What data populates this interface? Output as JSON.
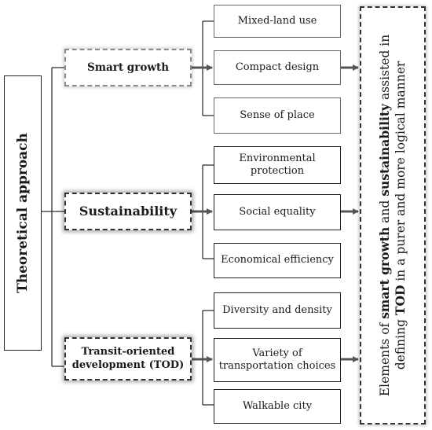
{
  "left": {
    "label": "Theoretical approach"
  },
  "groups": [
    {
      "label": "Smart growth",
      "items": [
        "Mixed-land use",
        "Compact design",
        "Sense of place"
      ]
    },
    {
      "label": "Sustainability",
      "items": [
        "Environmental protection",
        "Social equality",
        "Economical efficiency"
      ]
    },
    {
      "label": "Transit-oriented development (TOD)",
      "items": [
        "Diversity and density",
        "Variety of transportation choices",
        "Walkable city"
      ]
    }
  ],
  "result": {
    "p1": "Elements of ",
    "b1": "smart growth",
    "p2": " and ",
    "b2": "sustainability",
    "p3": " assisted in defining ",
    "b3": "TOD",
    "p4": " in a purer and more logical manner"
  },
  "colors": {
    "line": "#333333",
    "arrow": "#555555"
  }
}
